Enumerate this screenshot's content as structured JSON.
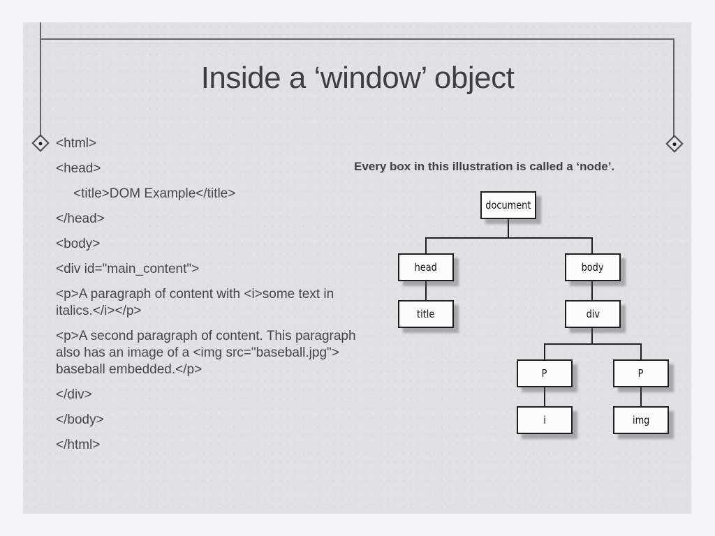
{
  "slide": {
    "title": "Inside a ‘window’ object"
  },
  "code": {
    "lines": [
      {
        "text": "<html>",
        "indent": 0
      },
      {
        "text": "<head>",
        "indent": 0
      },
      {
        "text": "<title>DOM Example</title>",
        "indent": 1
      },
      {
        "text": "</head>",
        "indent": 0
      },
      {
        "text": "<body>",
        "indent": 0
      },
      {
        "text": "<div id=\"main_content\">",
        "indent": 0
      },
      {
        "text": "<p>A paragraph of content with <i>some text in italics.</i></p>",
        "indent": 0
      },
      {
        "text": "<p>A second paragraph of content. This paragraph also has an image of a <img src=\"baseball.jpg\"> baseball embedded.</p>",
        "indent": 0
      },
      {
        "text": "</div>",
        "indent": 0
      },
      {
        "text": "</body>",
        "indent": 0
      },
      {
        "text": "</html>",
        "indent": 0
      }
    ]
  },
  "diagram": {
    "caption": "Every box in this illustration is called a ‘node’.",
    "nodes": [
      {
        "id": "document",
        "label": "document"
      },
      {
        "id": "head",
        "label": "head"
      },
      {
        "id": "body",
        "label": "body"
      },
      {
        "id": "title",
        "label": "title"
      },
      {
        "id": "div",
        "label": "div"
      },
      {
        "id": "p-left",
        "label": "P"
      },
      {
        "id": "p-right",
        "label": "P"
      },
      {
        "id": "i",
        "label": "i"
      },
      {
        "id": "img",
        "label": "img"
      }
    ]
  },
  "colors": {
    "outer_background": "#f2f3f5",
    "slide_background": "#dfe1e3",
    "frame_line": "#63666a",
    "text": "#3d3f42",
    "node_fill": "#fcfcfd",
    "node_border": "#1d1d20"
  }
}
